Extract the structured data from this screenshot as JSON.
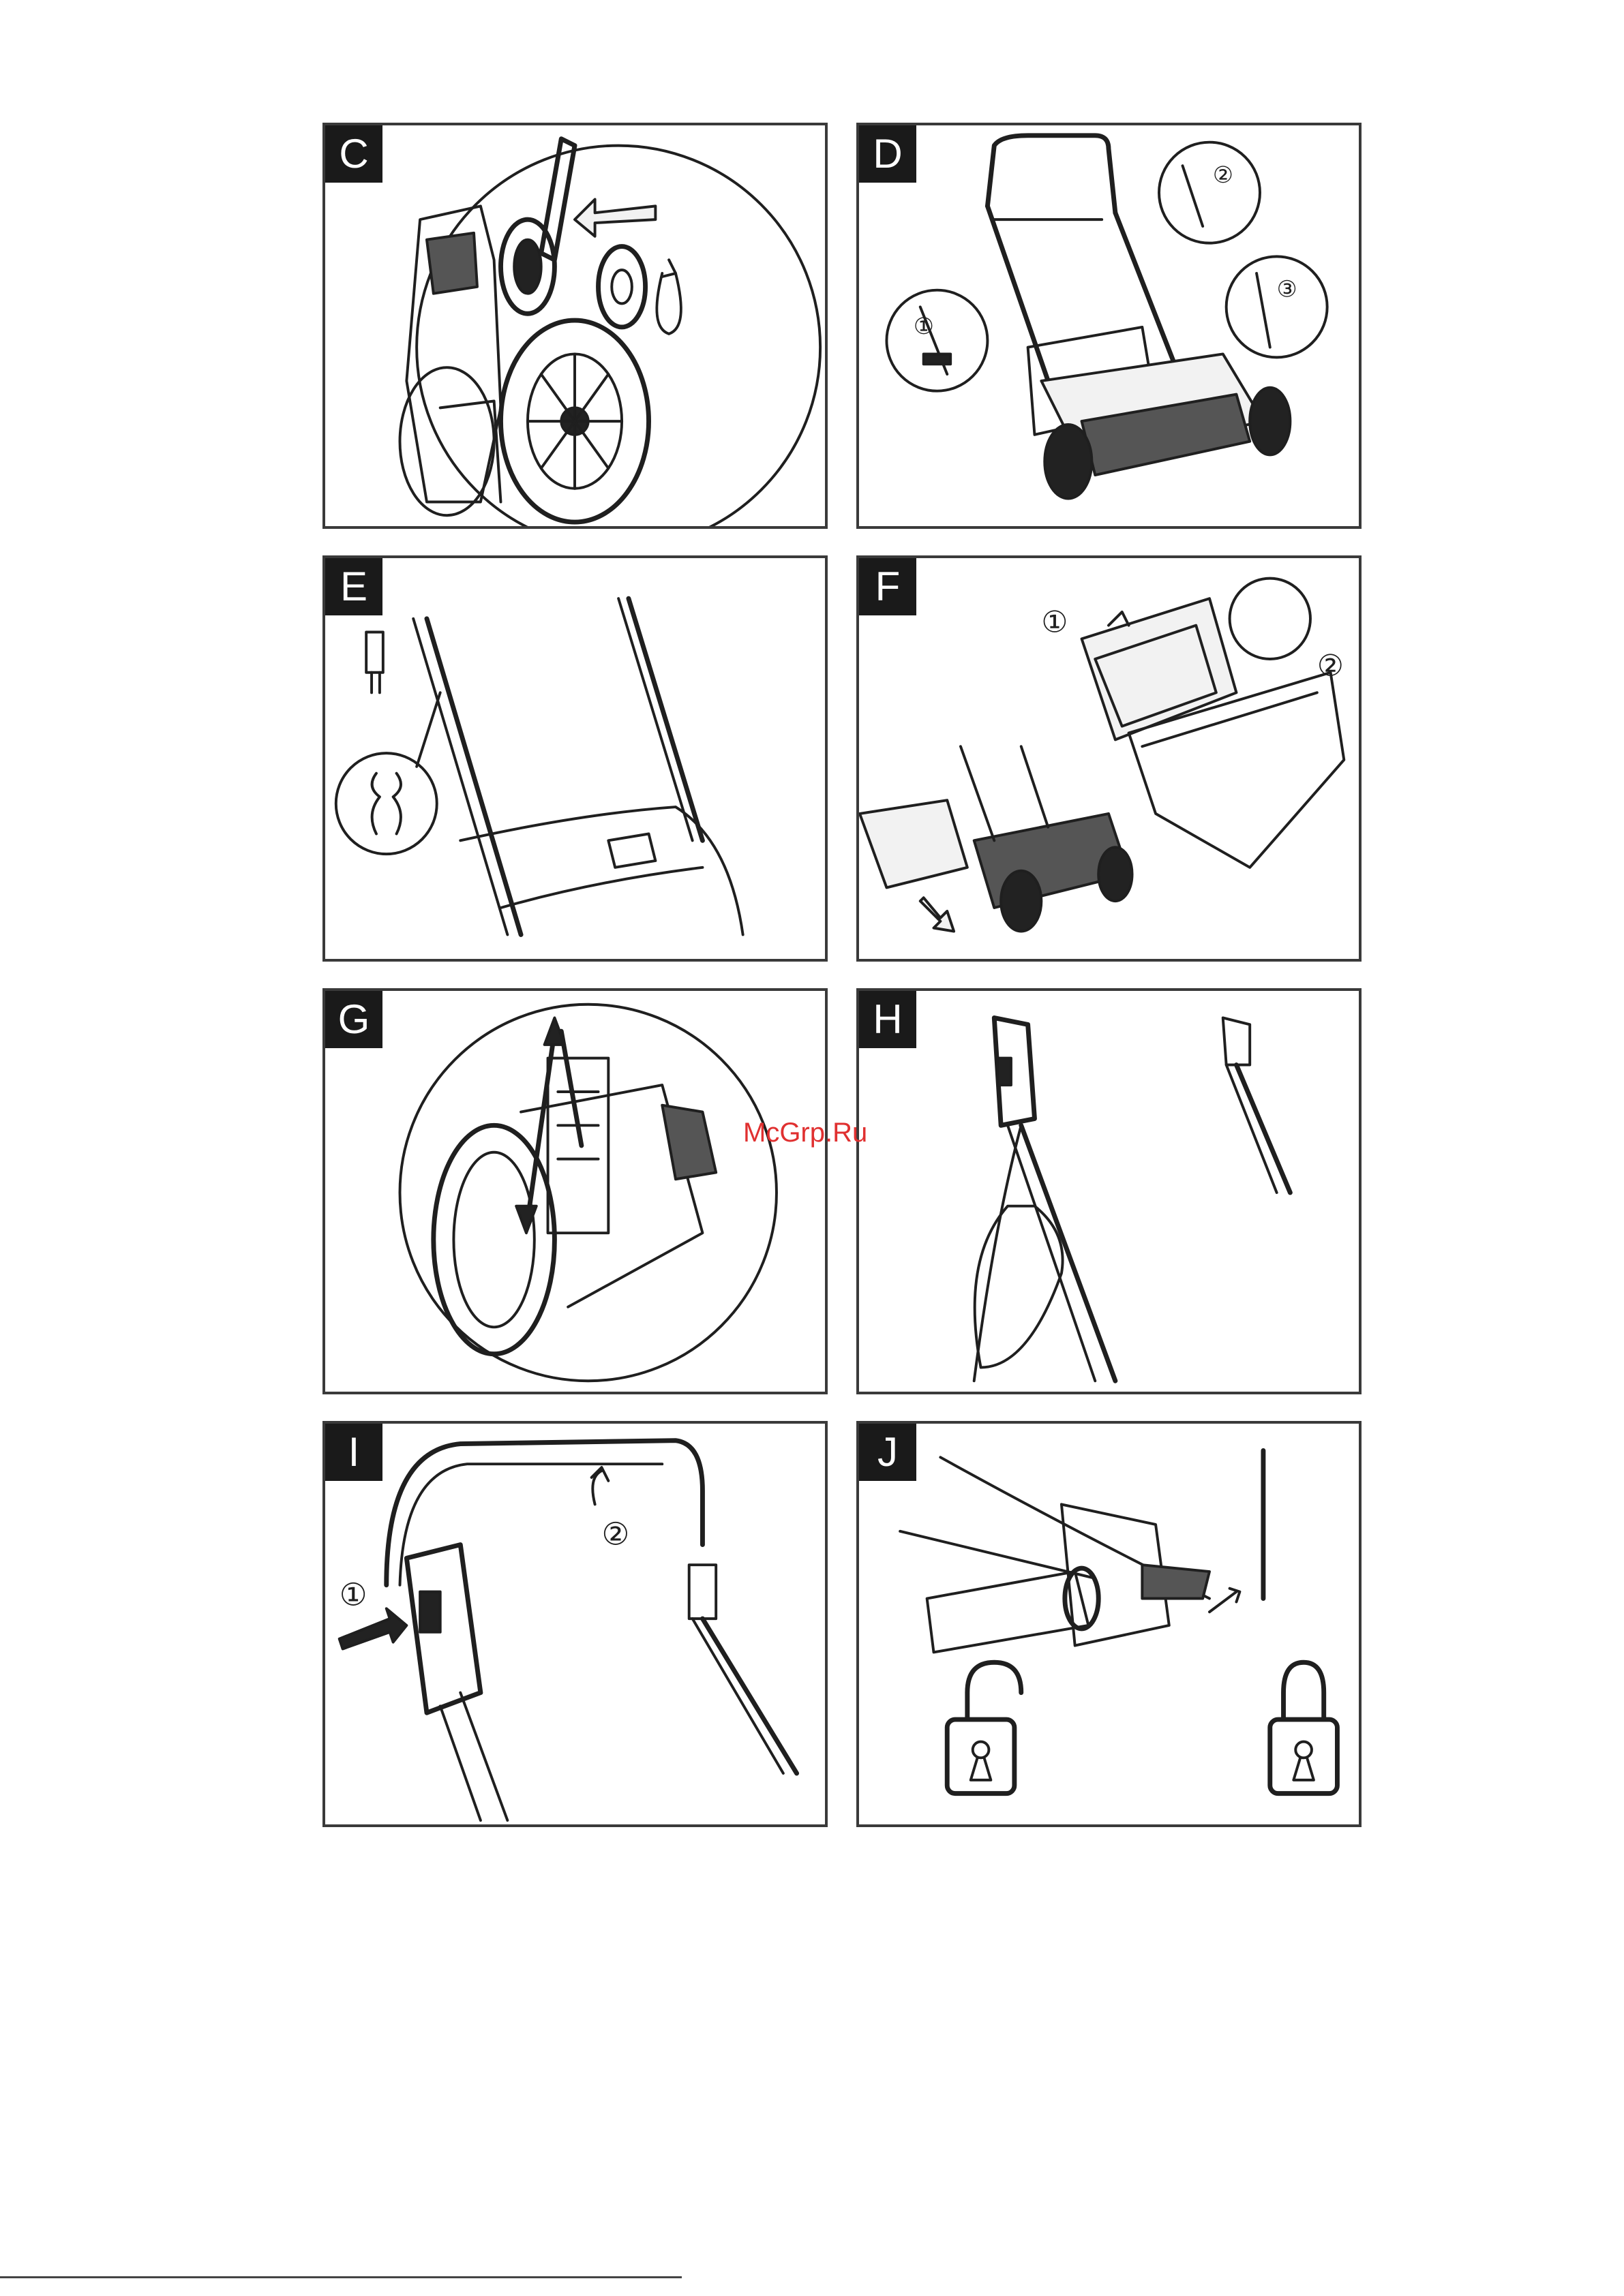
{
  "panels": [
    {
      "id": "C",
      "label": "C"
    },
    {
      "id": "D",
      "label": "D",
      "steps": [
        "①",
        "②",
        "③"
      ]
    },
    {
      "id": "E",
      "label": "E"
    },
    {
      "id": "F",
      "label": "F",
      "steps": [
        "①",
        "②"
      ]
    },
    {
      "id": "G",
      "label": "G"
    },
    {
      "id": "H",
      "label": "H"
    },
    {
      "id": "I",
      "label": "I",
      "steps": [
        "①",
        "②"
      ]
    },
    {
      "id": "J",
      "label": "J"
    }
  ],
  "watermark": "McGrp.Ru"
}
